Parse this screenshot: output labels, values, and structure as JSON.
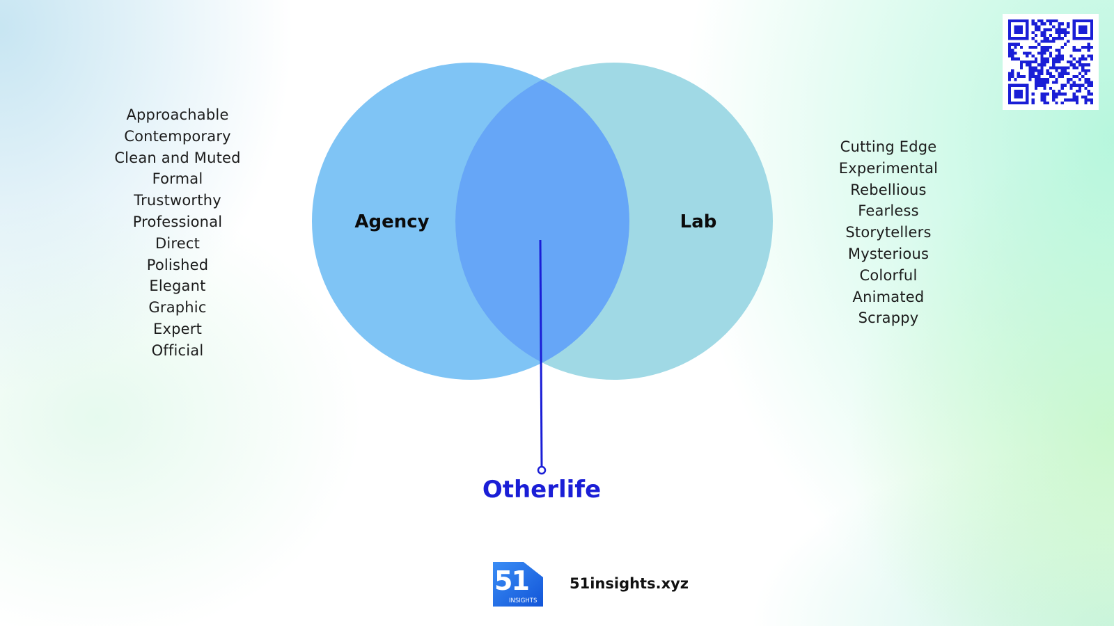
{
  "diagram": {
    "left_circle_label": "Agency",
    "right_circle_label": "Lab",
    "intersection_label": "Otherlife",
    "colors": {
      "left_circle": "#7fc4f5",
      "right_circle": "#a0d9e5",
      "intersection": "#66a6f7",
      "accent": "#1a1ed6"
    }
  },
  "left_list": [
    "Approachable",
    "Contemporary",
    "Clean and Muted",
    "Formal",
    "Trustworthy",
    "Professional",
    "Direct",
    "Polished",
    "Elegant",
    "Graphic",
    "Expert",
    "Official"
  ],
  "right_list": [
    "Cutting Edge",
    "Experimental",
    "Rebellious",
    "Fearless",
    "Storytellers",
    "Mysterious",
    "Colorful",
    "Animated",
    "Scrappy"
  ],
  "footer": {
    "logo_number": "51",
    "logo_text": "INSIGHTS",
    "website": "51insights.xyz"
  },
  "qr_code": {
    "icon": "qr-code-icon"
  }
}
